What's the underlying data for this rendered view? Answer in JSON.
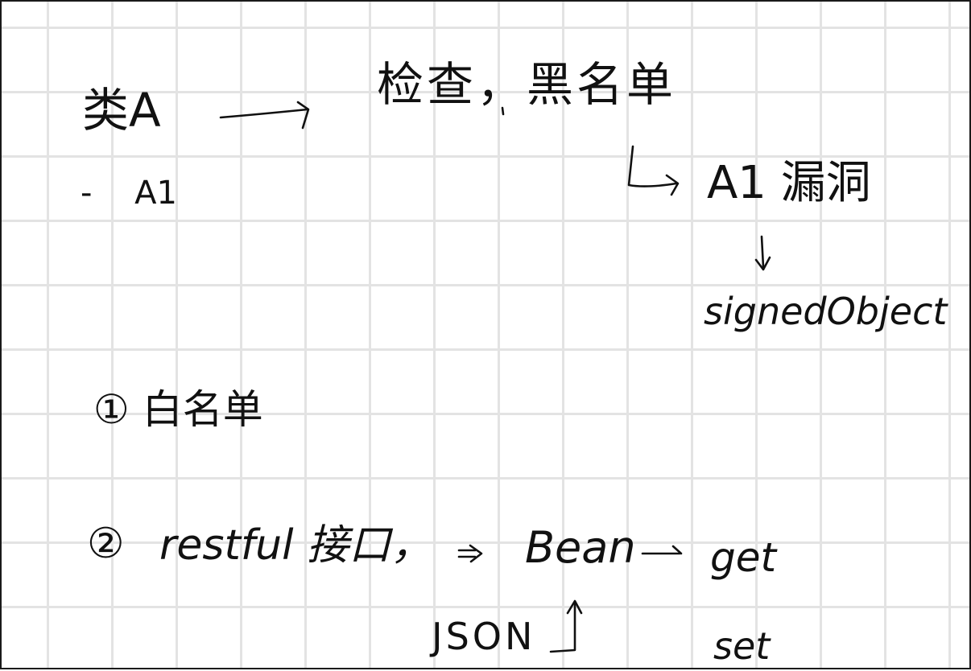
{
  "notes": {
    "class_a": "类A",
    "check_blacklist": "检查，黑名单",
    "dash_a1": "- A1",
    "a1_vuln": "A1 漏洞",
    "signed_object": "signedObject",
    "whitelist": "① 白名单",
    "item2_marker": "②",
    "restful_interface": "restful 接口，",
    "implies": "⇒",
    "bean": "Bean",
    "get": "get",
    "json": "JSON",
    "set": "set"
  }
}
